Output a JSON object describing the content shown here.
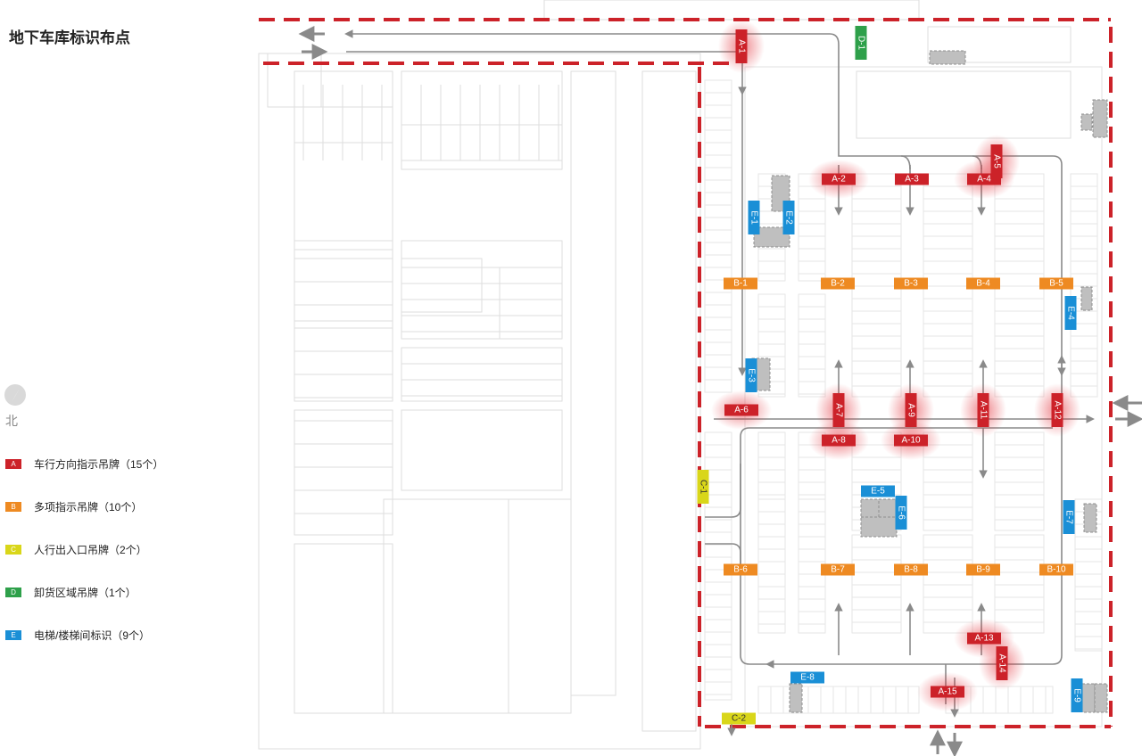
{
  "title": "地下车库标识布点",
  "north_label": "北",
  "colors": {
    "A": "#cc2229",
    "B": "#ee8a22",
    "C": "#d9d619",
    "D": "#2ea04a",
    "E": "#1a8fd6",
    "boundary": "#cc2229",
    "arrow": "#8a8a8a",
    "plan_line": "#dedede"
  },
  "legend": [
    {
      "code": "A",
      "text": "车行方向指示吊牌（15个）"
    },
    {
      "code": "B",
      "text": "多项指示吊牌（10个）"
    },
    {
      "code": "C",
      "text": "人行出入口吊牌（2个）"
    },
    {
      "code": "D",
      "text": "卸货区域吊牌（1个）"
    },
    {
      "code": "E",
      "text": "电梯/楼梯间标识（9个）"
    }
  ],
  "signs": {
    "A": [
      "A-1",
      "A-2",
      "A-3",
      "A-4",
      "A-5",
      "A-6",
      "A-7",
      "A-8",
      "A-9",
      "A-10",
      "A-11",
      "A-12",
      "A-13",
      "A-14",
      "A-15"
    ],
    "B": [
      "B-1",
      "B-2",
      "B-3",
      "B-4",
      "B-5",
      "B-6",
      "B-7",
      "B-8",
      "B-9",
      "B-10"
    ],
    "C": [
      "C-1",
      "C-2"
    ],
    "D": [
      "D-1"
    ],
    "E": [
      "E-1",
      "E-2",
      "E-3",
      "E-4",
      "E-5",
      "E-6",
      "E-7",
      "E-8",
      "E-9"
    ]
  }
}
